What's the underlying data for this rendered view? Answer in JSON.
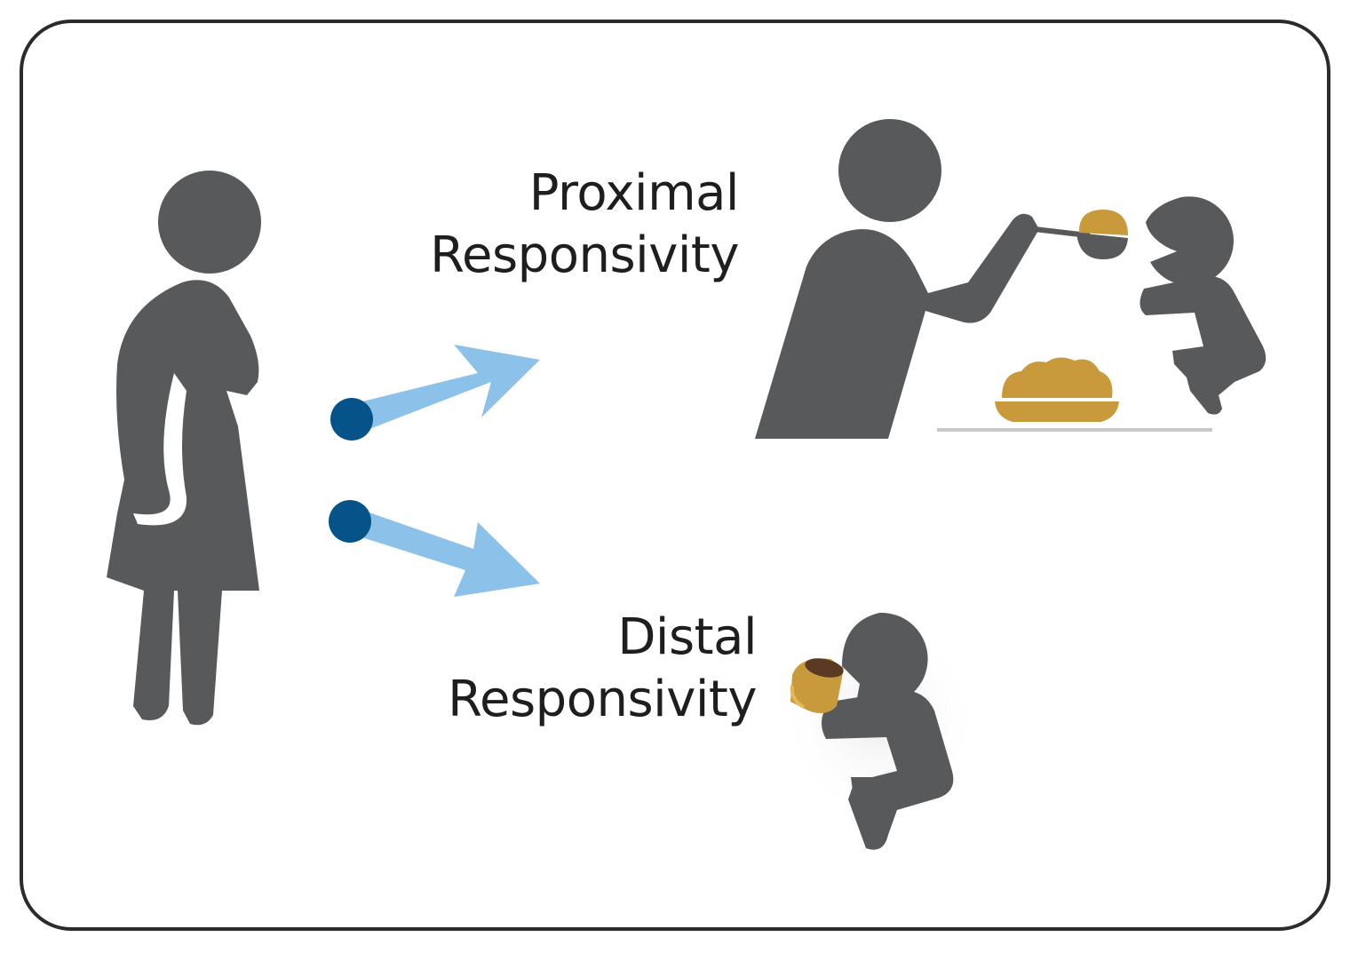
{
  "labels": {
    "proximal": {
      "line1": "Proximal",
      "line2": "Responsivity"
    },
    "distal": {
      "line1": "Distal",
      "line2": "Responsivity"
    }
  },
  "colors": {
    "figure": "#58595b",
    "arrow": "#8cc2ea",
    "dot": "#06538a",
    "food": "#c99a3b",
    "frame": "#2b2b2b",
    "table": "#c8c8c8"
  },
  "icons": {
    "mother": "standing-woman-icon",
    "feeder": "adult-feeding-icon",
    "baby_fed": "baby-being-fed-icon",
    "baby_self": "baby-self-feeding-icon",
    "bowl": "food-bowl-icon",
    "spoon": "spoon-icon",
    "cup": "cup-icon"
  }
}
